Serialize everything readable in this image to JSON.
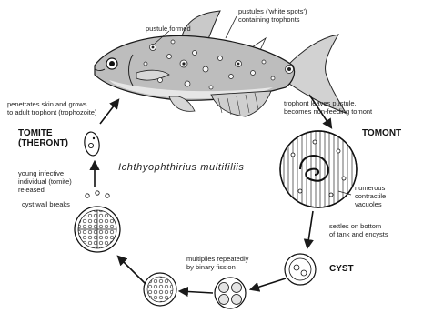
{
  "title": "Ichthyophthirius   multifiliis",
  "stages": {
    "tomite": "TOMITE\n(THERONT)",
    "tomont": "TOMONT",
    "cyst": "CYST"
  },
  "labels": {
    "pustule_formed": "pustule formed",
    "pustules_white_spots": "pustules ('white spots')\ncontaining trophonts",
    "trophont_leaves": "trophont leaves pustule,\nbecomes non-feeding tomont",
    "penetrates_skin": "penetrates skin and grows\nto adult trophont (trophozoite)",
    "young_infective": "young infective\nindividual (tomite)\nreleased",
    "numerous_vacuoles": "numerous\ncontractile\nvacuoles",
    "settles_bottom": "settles on bottom\nof tank and encysts",
    "multiplies": "multiplies repeatedly\nby binary fission",
    "cyst_wall_breaks": "cyst wall breaks"
  }
}
